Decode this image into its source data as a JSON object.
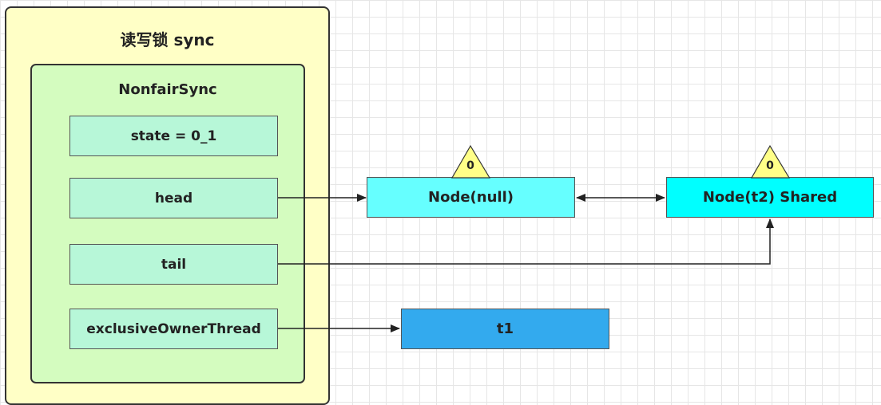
{
  "outer_title": "读写锁 sync",
  "inner_title": "NonfairSync",
  "fields": {
    "state": "state = 0_1",
    "head": "head",
    "tail": "tail",
    "owner": "exclusiveOwnerThread"
  },
  "nodes": {
    "null_node": {
      "label": "Node(null)",
      "badge": "0"
    },
    "t2_node": {
      "label": "Node(t2) Shared",
      "badge": "0"
    },
    "t1": "t1"
  },
  "colors": {
    "outer_bg": "#ffffc6",
    "inner_bg": "#d4fcbf",
    "field_bg": "#b7f7d8",
    "node_null_bg": "#66ffff",
    "node_t2_bg": "#00ffff",
    "t1_bg": "#33aaee",
    "badge_bg": "#ffff88"
  }
}
